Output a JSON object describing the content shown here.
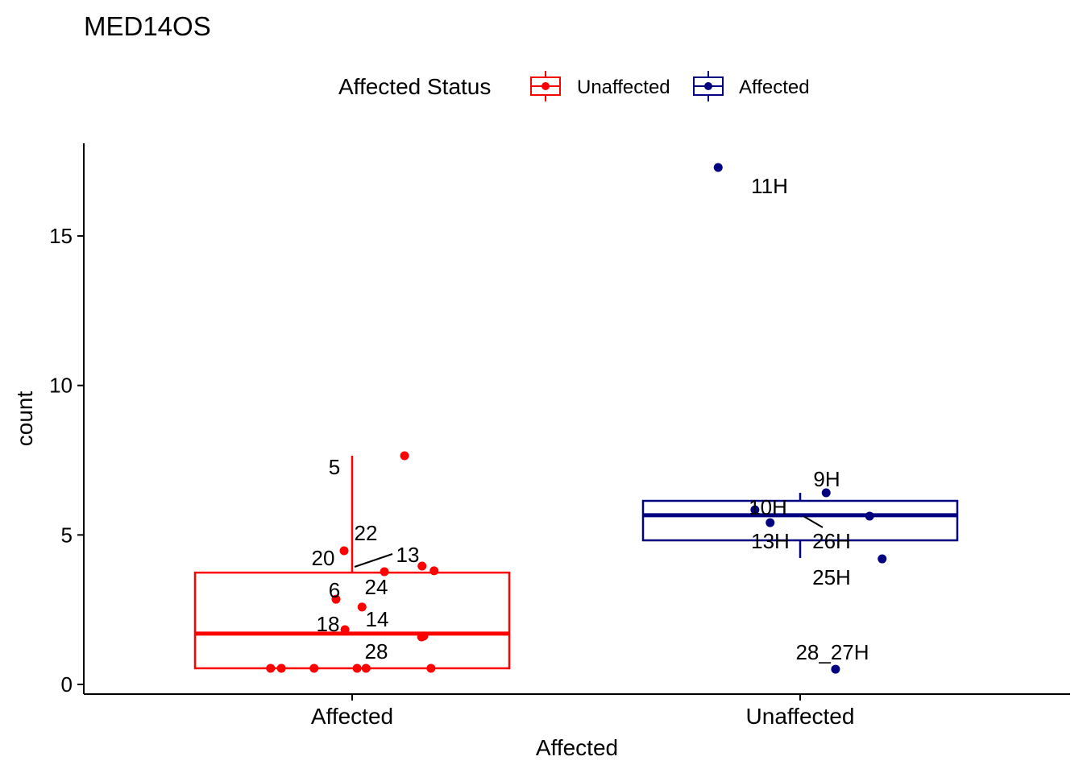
{
  "chart_data": {
    "type": "boxplot",
    "title": "MED14OS",
    "xlabel": "Affected",
    "ylabel": "count",
    "ylim": [
      -0.3,
      18
    ],
    "yticks": [
      0,
      5,
      10,
      15
    ],
    "categories": [
      "Affected",
      "Unaffected"
    ],
    "legend": {
      "title": "Affected Status",
      "placement": "top",
      "entries": [
        {
          "label": "Unaffected",
          "color": "#FF0000"
        },
        {
          "label": "Affected",
          "color": "#000080"
        }
      ]
    },
    "boxes": [
      {
        "category": "Affected",
        "color": "#FF0000",
        "lower_whisker": 0.54,
        "q1": 0.54,
        "median": 1.7,
        "q3": 3.74,
        "upper_whisker": 7.65
      },
      {
        "category": "Unaffected",
        "color": "#000080",
        "lower_whisker": 4.23,
        "q1": 4.82,
        "median": 5.66,
        "q3": 6.14,
        "upper_whisker": 6.41
      }
    ],
    "points": [
      {
        "category": "Affected",
        "jitter": 0.117,
        "y": 7.65,
        "label": "5"
      },
      {
        "category": "Affected",
        "jitter": -0.018,
        "y": 4.47,
        "label": "20"
      },
      {
        "category": "Affected",
        "jitter": 0.072,
        "y": 3.77,
        "label": "13"
      },
      {
        "category": "Affected",
        "jitter": 0.156,
        "y": 3.96,
        "label": "22"
      },
      {
        "category": "Affected",
        "jitter": 0.183,
        "y": 3.8,
        "label": ""
      },
      {
        "category": "Affected",
        "jitter": -0.036,
        "y": 2.85,
        "label": "6"
      },
      {
        "category": "Affected",
        "jitter": 0.022,
        "y": 2.59,
        "label": "24"
      },
      {
        "category": "Affected",
        "jitter": -0.016,
        "y": 1.83,
        "label": "18"
      },
      {
        "category": "Affected",
        "jitter": 0.155,
        "y": 1.59,
        "label": "14"
      },
      {
        "category": "Affected",
        "jitter": 0.16,
        "y": 1.62,
        "label": ""
      },
      {
        "category": "Affected",
        "jitter": -0.182,
        "y": 0.54,
        "label": ""
      },
      {
        "category": "Affected",
        "jitter": -0.158,
        "y": 0.54,
        "label": ""
      },
      {
        "category": "Affected",
        "jitter": -0.085,
        "y": 0.54,
        "label": ""
      },
      {
        "category": "Affected",
        "jitter": 0.011,
        "y": 0.54,
        "label": "28"
      },
      {
        "category": "Affected",
        "jitter": 0.031,
        "y": 0.54,
        "label": ""
      },
      {
        "category": "Affected",
        "jitter": 0.176,
        "y": 0.54,
        "label": ""
      },
      {
        "category": "Unaffected",
        "jitter": -0.183,
        "y": 17.29,
        "label": "11H"
      },
      {
        "category": "Unaffected",
        "jitter": 0.058,
        "y": 6.41,
        "label": "9H"
      },
      {
        "category": "Unaffected",
        "jitter": -0.101,
        "y": 5.84,
        "label": "10H"
      },
      {
        "category": "Unaffected",
        "jitter": -0.067,
        "y": 5.41,
        "label": "13H"
      },
      {
        "category": "Unaffected",
        "jitter": 0.155,
        "y": 5.63,
        "label": "26H"
      },
      {
        "category": "Unaffected",
        "jitter": 0.183,
        "y": 4.2,
        "label": "25H"
      },
      {
        "category": "Unaffected",
        "jitter": 0.079,
        "y": 0.51,
        "label": "28_27H"
      }
    ]
  }
}
